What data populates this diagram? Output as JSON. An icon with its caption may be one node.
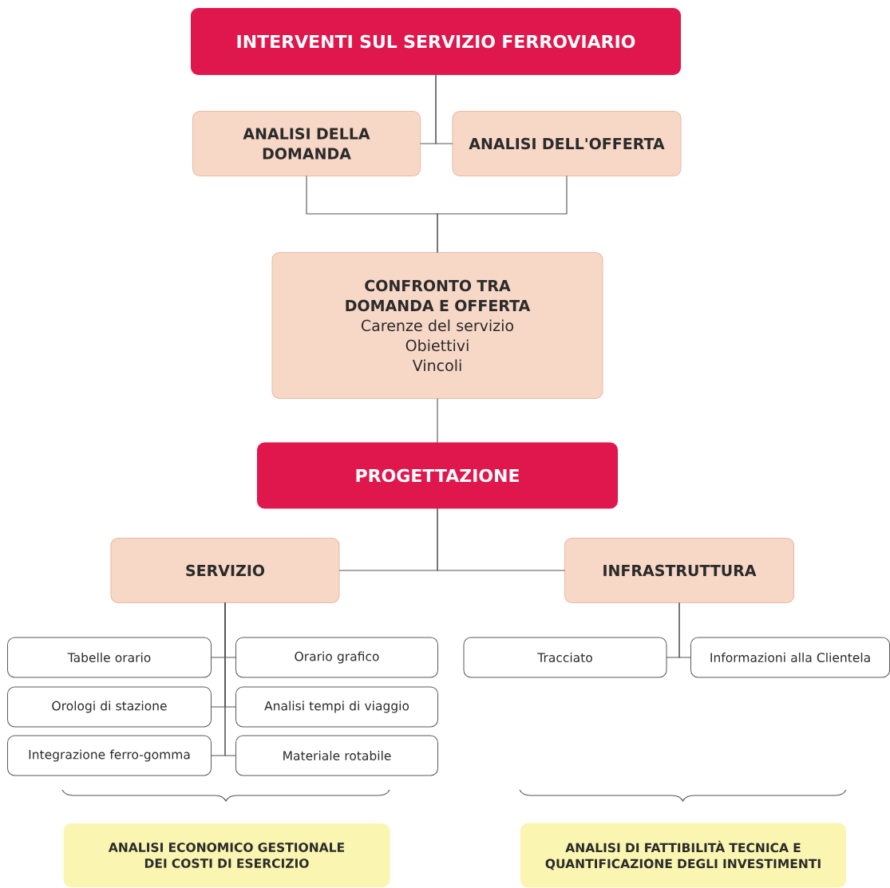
{
  "diagram": {
    "nodes": [
      {
        "text": [
          "INTERVENTI SUL SERVIZIO FERROVIARIO"
        ]
      },
      {
        "text": [
          "ANALISI DELLA DOMANDA"
        ]
      },
      {
        "text": [
          "ANALISI DELL'OFFERTA"
        ]
      },
      {
        "text": [
          "CONFRONTO TRA DOMANDA E OFFERTA",
          "Carenze del servizio",
          "Obiettivi",
          "Vincoli"
        ]
      },
      {
        "text": [
          "PROGETTAZIONE"
        ]
      },
      {
        "text": [
          "SERVIZIO"
        ]
      },
      {
        "text": [
          "INFRASTRUTTURA"
        ]
      },
      {
        "text": [
          "Tabelle orario"
        ]
      },
      {
        "text": [
          "Orario grafico"
        ]
      },
      {
        "text": [
          "Orologi di stazione"
        ]
      },
      {
        "text": [
          "Analisi tempi di viaggio"
        ]
      },
      {
        "text": [
          "Integrazione ferro-gomma"
        ]
      },
      {
        "text": [
          "Materiale rotabile"
        ]
      },
      {
        "text": [
          "Tracciato"
        ]
      },
      {
        "text": [
          "Informazioni alla Clientela"
        ]
      },
      {
        "text": [
          "ANALISI ECONOMICO GESTIONALE DEI COSTI DI ESERCIZIO"
        ]
      },
      {
        "text": [
          "ANALISI DI FATTIBILITÀ TECNICA E QUANTIFICAZIONE DEGLI INVESTIMENTI"
        ]
      }
    ],
    "edges": [
      {
        "from": 0,
        "to": 1,
        "arrow": "none"
      },
      {
        "from": 0,
        "to": 2,
        "arrow": "none"
      },
      {
        "from": 1,
        "to": 3,
        "arrow": "none"
      },
      {
        "from": 2,
        "to": 3,
        "arrow": "none"
      },
      {
        "from": 3,
        "to": 4,
        "arrow": "none"
      },
      {
        "from": 4,
        "to": 5,
        "arrow": "none"
      },
      {
        "from": 4,
        "to": 6,
        "arrow": "none"
      },
      {
        "from": 5,
        "to": 7,
        "arrow": "none"
      },
      {
        "from": 5,
        "to": 8,
        "arrow": "none"
      },
      {
        "from": 5,
        "to": 9,
        "arrow": "none"
      },
      {
        "from": 5,
        "to": 10,
        "arrow": "none"
      },
      {
        "from": 5,
        "to": 11,
        "arrow": "none"
      },
      {
        "from": 5,
        "to": 12,
        "arrow": "none"
      },
      {
        "from": 6,
        "to": 13,
        "arrow": "none"
      },
      {
        "from": 6,
        "to": 14,
        "arrow": "none"
      }
    ]
  }
}
